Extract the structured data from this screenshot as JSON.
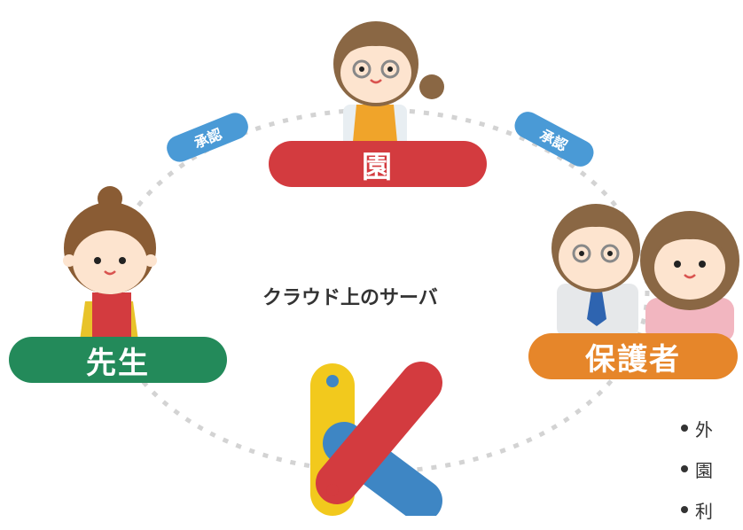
{
  "roles": {
    "en": "園",
    "sensei": "先生",
    "hogosha": "保護者"
  },
  "approval_tags": [
    "承認",
    "承認"
  ],
  "server_label": "クラウド上のサーバ",
  "bullets": [
    "外",
    "園",
    "利"
  ],
  "colors": {
    "en": "#d33b3f",
    "sensei": "#238a5a",
    "hogosha": "#e6862a",
    "approval": "#4a9ad6",
    "logo_yellow": "#f2c91d",
    "logo_red": "#d33b3f",
    "logo_blue": "#3e86c4"
  }
}
